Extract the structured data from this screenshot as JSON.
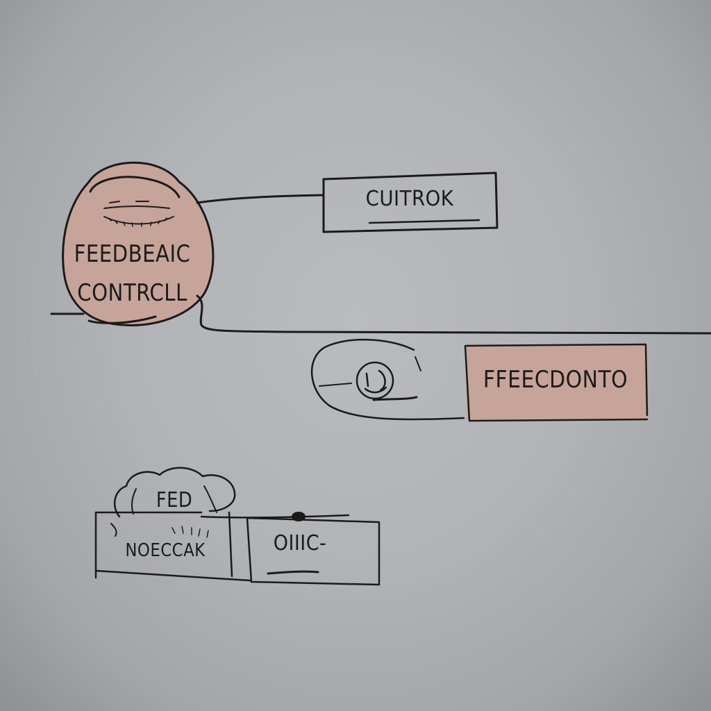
{
  "diagram": {
    "nodes": [
      {
        "id": "feedback-control",
        "shape": "rounded-blob",
        "fill": "#c6a49a",
        "lines": [
          "FEEDBEAIC",
          "CONTRCLL"
        ]
      },
      {
        "id": "cuitrok",
        "shape": "rectangle",
        "fill": "none",
        "label": "CUITROK"
      },
      {
        "id": "face-ellipse",
        "shape": "ellipse",
        "fill": "none",
        "contains": "smiley-face"
      },
      {
        "id": "feecdonto",
        "shape": "rectangle",
        "fill": "#c6a49a",
        "label": "FFEECDONTO"
      },
      {
        "id": "fed",
        "shape": "cloud",
        "fill": "none",
        "label": "FED"
      },
      {
        "id": "noeccak",
        "shape": "rectangle",
        "fill": "none",
        "label": "NOECCAK"
      },
      {
        "id": "olic",
        "shape": "rectangle",
        "fill": "none",
        "label": "OIIIC-"
      }
    ],
    "edges": [
      {
        "from": "feedback-control",
        "to": "cuitrok"
      },
      {
        "from": "feedback-control",
        "to": "right-edge-line"
      },
      {
        "from": "face-ellipse",
        "to": "feecdonto"
      },
      {
        "from": "fed",
        "to": "olic"
      }
    ],
    "colors": {
      "background": "#b1b3b6",
      "ink": "#1c1a19",
      "accent_fill": "#c6a49a"
    }
  }
}
